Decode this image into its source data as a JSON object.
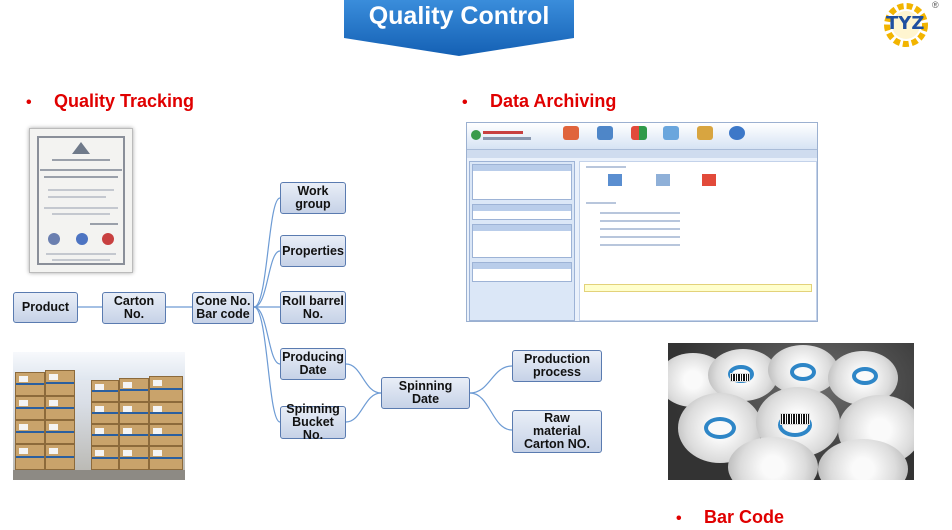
{
  "banner": {
    "title": "Quality Control"
  },
  "logo": {
    "text": "TYZ",
    "reg": "®"
  },
  "sections": {
    "quality_tracking": "Quality Tracking",
    "data_archiving": "Data Archiving",
    "bar_code": "Bar Code"
  },
  "bullet": "•",
  "flow": {
    "product": "Product",
    "carton": "Carton\nNo.",
    "cone": "Cone No.\nBar code",
    "work_group": "Work\ngroup",
    "properties": "Properties",
    "roll_barrel": "Roll barrel\nNo.",
    "producing_date": "Producing\nDate",
    "spinning_bucket": "Spinning\nBucket No.",
    "spinning_date": "Spinning\nDate",
    "production_process": "Production\nprocess",
    "raw_material": "Raw\nmaterial\nCarton NO."
  },
  "colors": {
    "banner": "#1c6fc3",
    "heading": "#e00000",
    "node_border": "#5a7bb0",
    "connector": "#6d9bd4"
  }
}
